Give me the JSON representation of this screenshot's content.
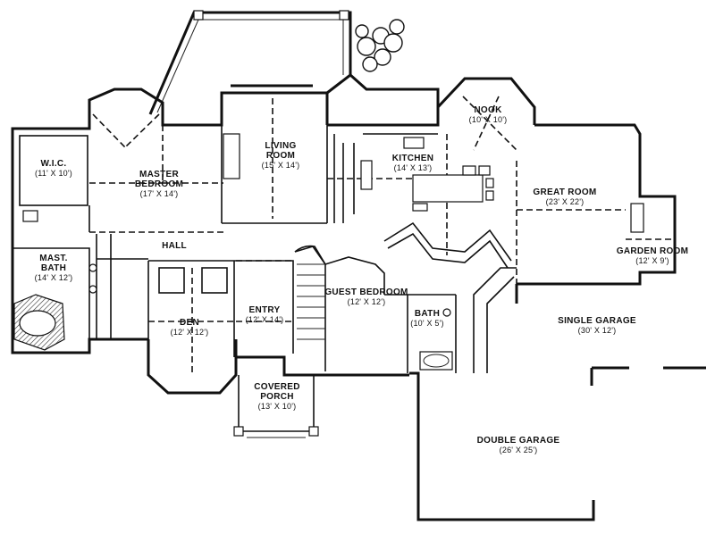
{
  "rooms": [
    {
      "name": "W.I.C.",
      "dim": "(11' X 10')"
    },
    {
      "name": "MASTER BEDROOM",
      "dim": "(17' X 14')"
    },
    {
      "name": "LIVING ROOM",
      "dim": "(15' X 14')"
    },
    {
      "name": "NOOK",
      "dim": "(10' X 10')"
    },
    {
      "name": "KITCHEN",
      "dim": "(14' X 13')"
    },
    {
      "name": "GREAT ROOM",
      "dim": "(23' X 22')"
    },
    {
      "name": "GARDEN ROOM",
      "dim": "(12' X 9')"
    },
    {
      "name": "HALL",
      "dim": ""
    },
    {
      "name": "MAST. BATH",
      "dim": "(14' X 12')"
    },
    {
      "name": "DEN",
      "dim": "(12' X 12')"
    },
    {
      "name": "ENTRY",
      "dim": "(12' X 14')"
    },
    {
      "name": "GUEST BEDROOM",
      "dim": "(12' X 12')"
    },
    {
      "name": "BATH",
      "dim": "(10' X 5')"
    },
    {
      "name": "SINGLE GARAGE",
      "dim": "(30' X 12')"
    },
    {
      "name": "COVERED PORCH",
      "dim": "(13' X 10')"
    },
    {
      "name": "DOUBLE GARAGE",
      "dim": "(26' X 25')"
    }
  ]
}
